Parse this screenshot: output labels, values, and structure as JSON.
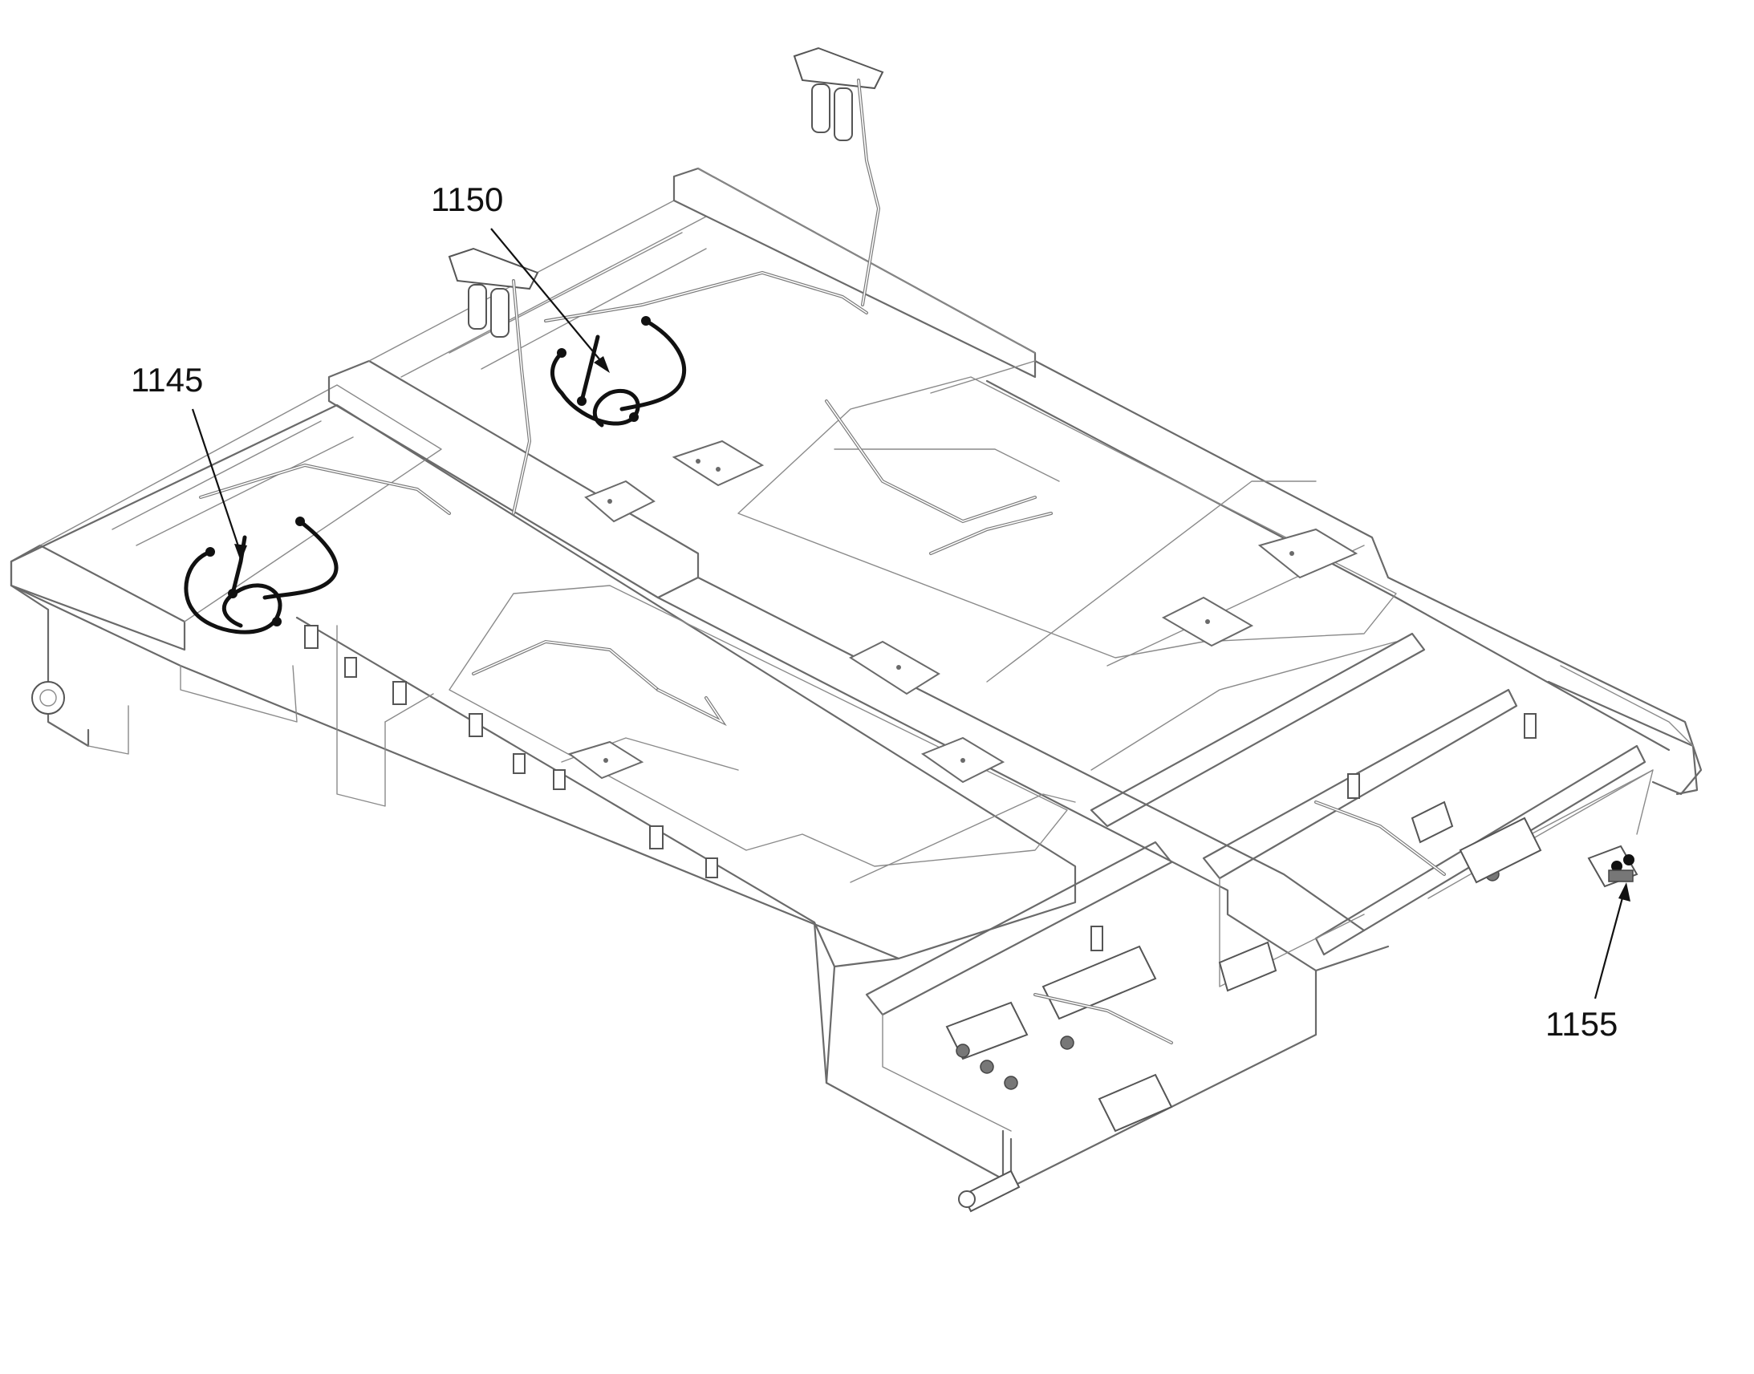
{
  "labels": {
    "ref_1145": "1145",
    "ref_1150": "1150",
    "ref_1155": "1155"
  },
  "colors": {
    "line_art": "#6a6a6a",
    "highlight_harness": "#111111",
    "background": "#ffffff"
  }
}
